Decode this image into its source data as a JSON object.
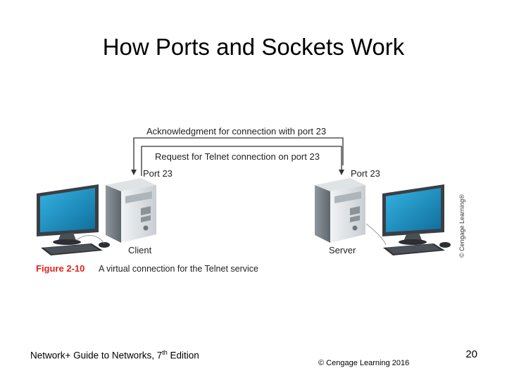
{
  "slide": {
    "title": "How Ports and Sockets Work"
  },
  "diagram": {
    "ack_label": "Acknowledgment for connection with port 23",
    "request_label": "Request for Telnet connection on port 23",
    "client_port_label": "Port 23",
    "server_port_label": "Port 23",
    "client_label": "Client",
    "server_label": "Server",
    "figure_number": "Figure 2-10",
    "figure_caption": "A virtual connection for the Telnet service",
    "copyright_vertical": "© Cengage Learning®",
    "colors": {
      "figure_red": "#e2231a",
      "monitor_screen": "#1f8fc0",
      "tower_light": "#e4e7ea",
      "tower_dark": "#9aa2aa"
    }
  },
  "footer": {
    "book_prefix": "Network+ Guide to Networks, 7",
    "book_sup": "th",
    "book_suffix": " Edition",
    "copyright": "© Cengage Learning  2016",
    "page_number": "20"
  }
}
